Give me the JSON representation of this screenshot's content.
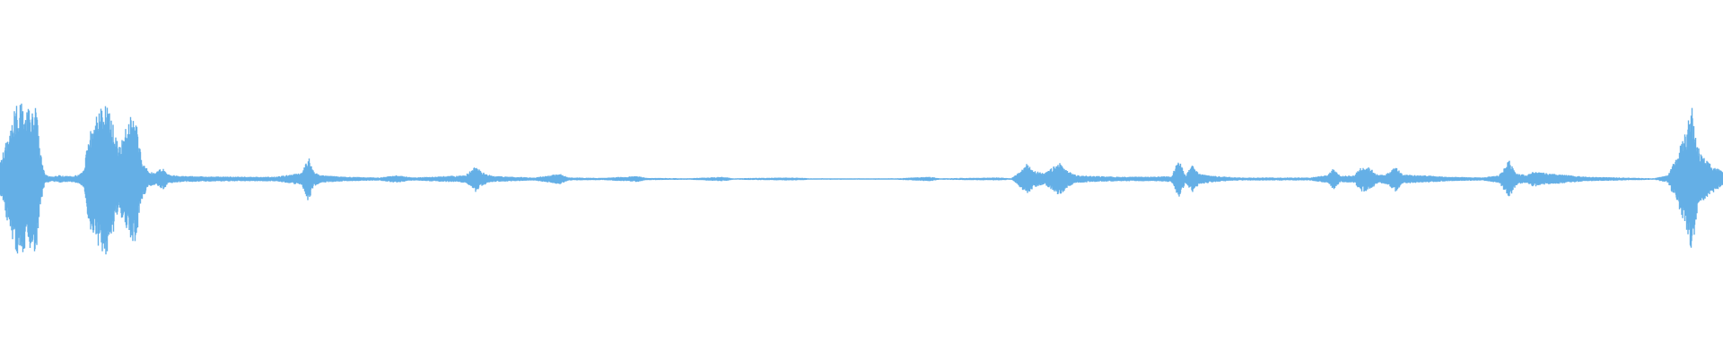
{
  "waveform": {
    "color": "#64afe6",
    "background": "#ffffff",
    "envelope": [
      [
        0.0,
        0.2
      ],
      [
        0.3,
        0.45
      ],
      [
        0.6,
        0.7
      ],
      [
        0.9,
        0.95
      ],
      [
        1.2,
        1.0
      ],
      [
        1.5,
        0.9
      ],
      [
        1.9,
        0.98
      ],
      [
        2.1,
        1.0
      ],
      [
        2.3,
        0.4
      ],
      [
        2.6,
        0.06
      ],
      [
        3.0,
        0.03
      ],
      [
        3.4,
        0.05
      ],
      [
        3.8,
        0.04
      ],
      [
        4.2,
        0.04
      ],
      [
        4.6,
        0.06
      ],
      [
        4.9,
        0.12
      ],
      [
        5.0,
        0.4
      ],
      [
        5.3,
        0.7
      ],
      [
        5.6,
        0.85
      ],
      [
        5.9,
        0.95
      ],
      [
        6.2,
        1.0
      ],
      [
        6.5,
        0.8
      ],
      [
        6.9,
        0.4
      ],
      [
        7.2,
        0.6
      ],
      [
        7.6,
        0.85
      ],
      [
        7.9,
        0.8
      ],
      [
        8.2,
        0.3
      ],
      [
        8.6,
        0.1
      ],
      [
        9.0,
        0.08
      ],
      [
        9.4,
        0.15
      ],
      [
        9.8,
        0.06
      ],
      [
        10.5,
        0.04
      ],
      [
        12.0,
        0.035
      ],
      [
        14.0,
        0.03
      ],
      [
        16.0,
        0.03
      ],
      [
        17.5,
        0.08
      ],
      [
        17.9,
        0.3
      ],
      [
        18.2,
        0.1
      ],
      [
        18.6,
        0.05
      ],
      [
        20.0,
        0.03
      ],
      [
        22.0,
        0.02
      ],
      [
        23.0,
        0.05
      ],
      [
        24.0,
        0.02
      ],
      [
        27.0,
        0.05
      ],
      [
        27.6,
        0.17
      ],
      [
        28.0,
        0.09
      ],
      [
        28.6,
        0.04
      ],
      [
        31.0,
        0.02
      ],
      [
        32.5,
        0.07
      ],
      [
        33.0,
        0.02
      ],
      [
        35.0,
        0.015
      ],
      [
        37.0,
        0.04
      ],
      [
        37.5,
        0.015
      ],
      [
        40.0,
        0.01
      ],
      [
        42.0,
        0.03
      ],
      [
        42.5,
        0.01
      ],
      [
        46.0,
        0.02
      ],
      [
        47.0,
        0.01
      ],
      [
        52.0,
        0.01
      ],
      [
        54.0,
        0.03
      ],
      [
        54.5,
        0.01
      ],
      [
        58.0,
        0.02
      ],
      [
        58.7,
        0.01
      ],
      [
        59.0,
        0.06
      ],
      [
        59.6,
        0.2
      ],
      [
        60.0,
        0.12
      ],
      [
        60.6,
        0.07
      ],
      [
        61.5,
        0.22
      ],
      [
        62.0,
        0.1
      ],
      [
        62.5,
        0.05
      ],
      [
        63.5,
        0.04
      ],
      [
        65.0,
        0.03
      ],
      [
        67.0,
        0.03
      ],
      [
        68.0,
        0.04
      ],
      [
        68.4,
        0.26
      ],
      [
        68.8,
        0.05
      ],
      [
        69.2,
        0.18
      ],
      [
        69.6,
        0.07
      ],
      [
        70.5,
        0.04
      ],
      [
        72.0,
        0.02
      ],
      [
        74.0,
        0.02
      ],
      [
        76.0,
        0.02
      ],
      [
        77.0,
        0.05
      ],
      [
        77.4,
        0.14
      ],
      [
        77.8,
        0.04
      ],
      [
        78.6,
        0.05
      ],
      [
        79.0,
        0.17
      ],
      [
        79.5,
        0.15
      ],
      [
        80.0,
        0.05
      ],
      [
        80.6,
        0.08
      ],
      [
        81.0,
        0.17
      ],
      [
        81.4,
        0.06
      ],
      [
        82.5,
        0.05
      ],
      [
        84.0,
        0.03
      ],
      [
        86.0,
        0.02
      ],
      [
        87.0,
        0.05
      ],
      [
        87.6,
        0.25
      ],
      [
        88.0,
        0.08
      ],
      [
        88.6,
        0.05
      ],
      [
        89.0,
        0.1
      ],
      [
        90.0,
        0.07
      ],
      [
        90.6,
        0.06
      ],
      [
        92.0,
        0.03
      ],
      [
        94.0,
        0.02
      ],
      [
        96.0,
        0.01
      ],
      [
        96.8,
        0.05
      ],
      [
        97.3,
        0.3
      ],
      [
        97.8,
        0.6
      ],
      [
        98.2,
        0.95
      ],
      [
        98.5,
        0.45
      ],
      [
        98.8,
        0.3
      ],
      [
        99.2,
        0.22
      ],
      [
        99.6,
        0.15
      ],
      [
        100.0,
        0.1
      ]
    ]
  }
}
